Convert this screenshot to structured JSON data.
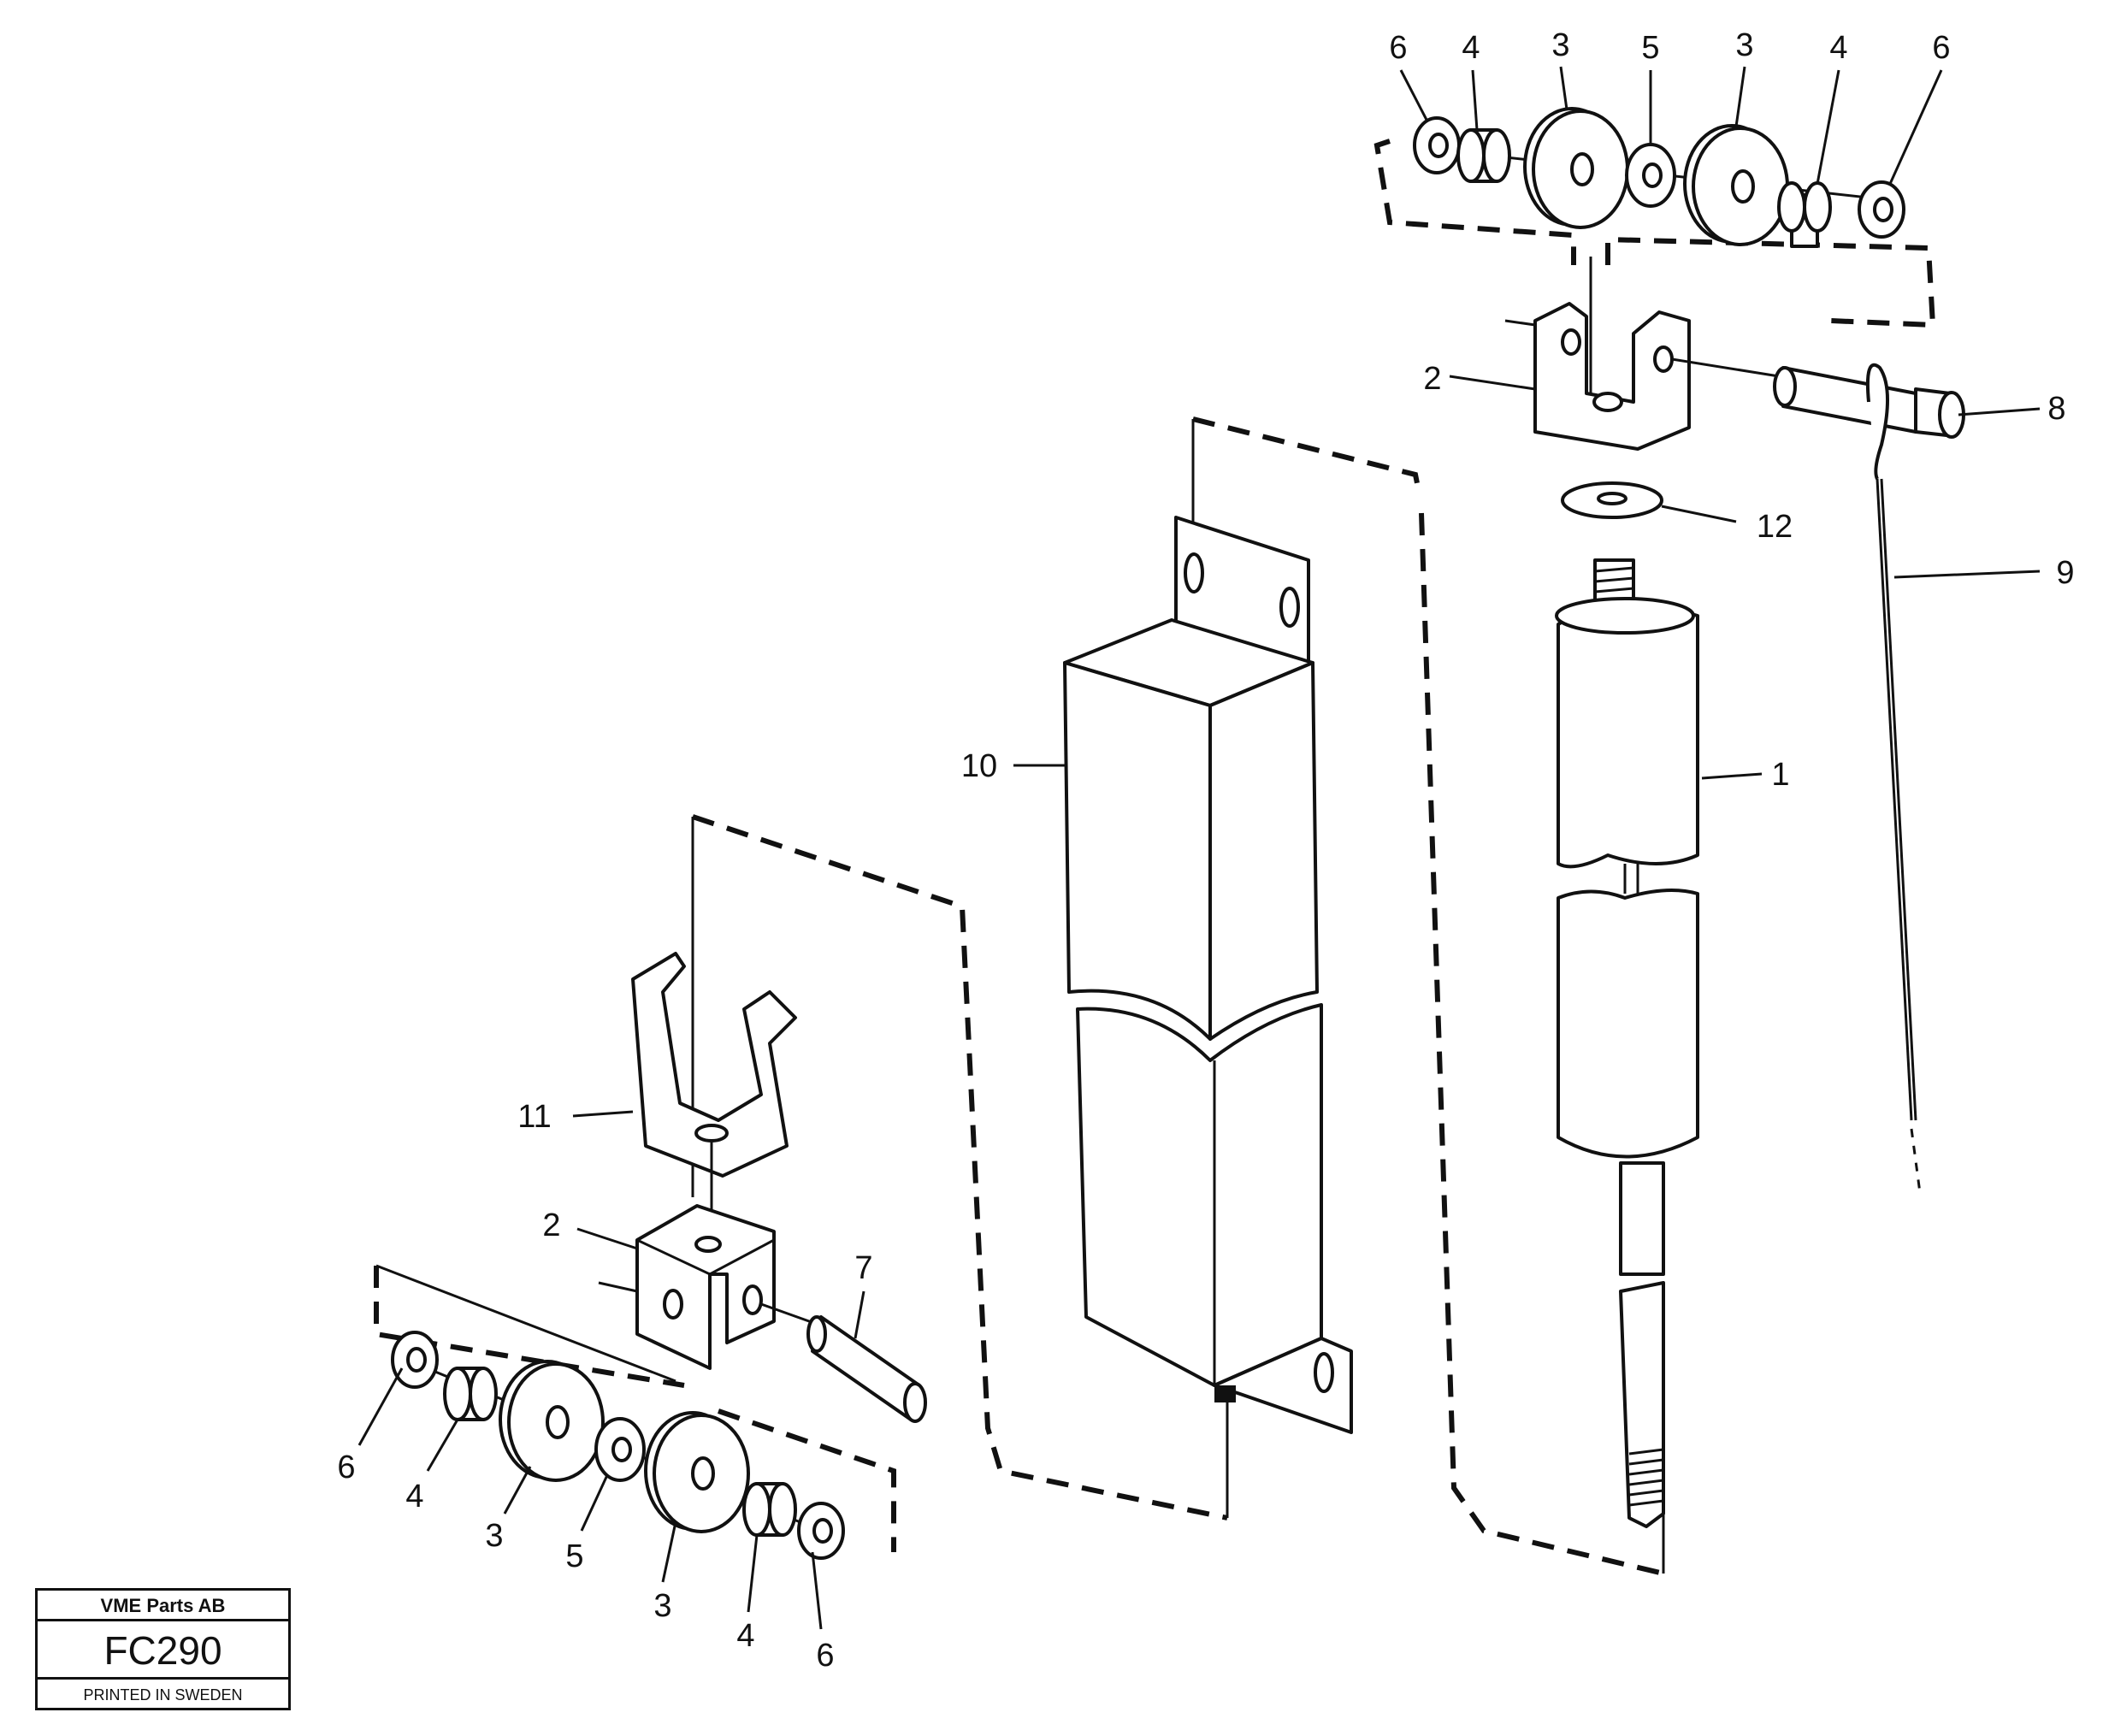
{
  "callouts": [
    {
      "id": "c1",
      "text": "1"
    },
    {
      "id": "c2a",
      "text": "2"
    },
    {
      "id": "c2b",
      "text": "2"
    },
    {
      "id": "c3a",
      "text": "3"
    },
    {
      "id": "c3b",
      "text": "3"
    },
    {
      "id": "c3c",
      "text": "3"
    },
    {
      "id": "c3d",
      "text": "3"
    },
    {
      "id": "c4a",
      "text": "4"
    },
    {
      "id": "c4b",
      "text": "4"
    },
    {
      "id": "c4c",
      "text": "4"
    },
    {
      "id": "c4d",
      "text": "4"
    },
    {
      "id": "c5a",
      "text": "5"
    },
    {
      "id": "c5b",
      "text": "5"
    },
    {
      "id": "c6a",
      "text": "6"
    },
    {
      "id": "c6b",
      "text": "6"
    },
    {
      "id": "c6c",
      "text": "6"
    },
    {
      "id": "c6d",
      "text": "6"
    },
    {
      "id": "c7",
      "text": "7"
    },
    {
      "id": "c8",
      "text": "8"
    },
    {
      "id": "c9",
      "text": "9"
    },
    {
      "id": "c10",
      "text": "10"
    },
    {
      "id": "c11",
      "text": "11"
    },
    {
      "id": "c12",
      "text": "12"
    }
  ],
  "title_block": {
    "company": "VME Parts AB",
    "code": "FC290",
    "note": "PRINTED IN SWEDEN"
  }
}
